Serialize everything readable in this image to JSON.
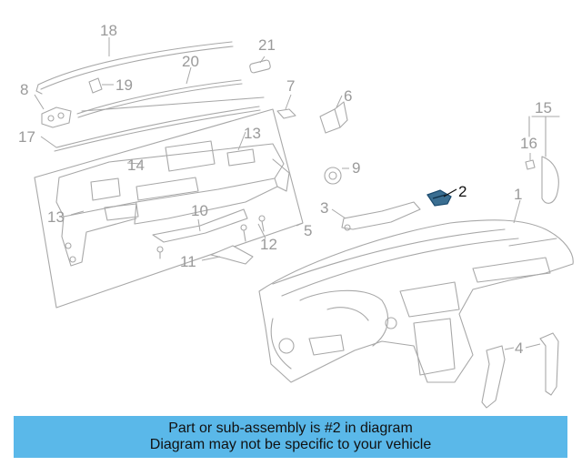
{
  "diagram": {
    "callouts": [
      "18",
      "21",
      "20",
      "8",
      "19",
      "7",
      "6",
      "17",
      "13",
      "15",
      "16",
      "14",
      "9",
      "2",
      "13",
      "10",
      "3",
      "1",
      "5",
      "12",
      "11",
      "4"
    ],
    "highlighted_part": "2",
    "colors": {
      "highlight": "#1a4a6e",
      "line": "#a8a8a8",
      "banner": "#5ab8e9"
    }
  },
  "banner": {
    "line1": "Part or sub-assembly is #2 in diagram",
    "line2": "Diagram may not be specific to your vehicle"
  }
}
